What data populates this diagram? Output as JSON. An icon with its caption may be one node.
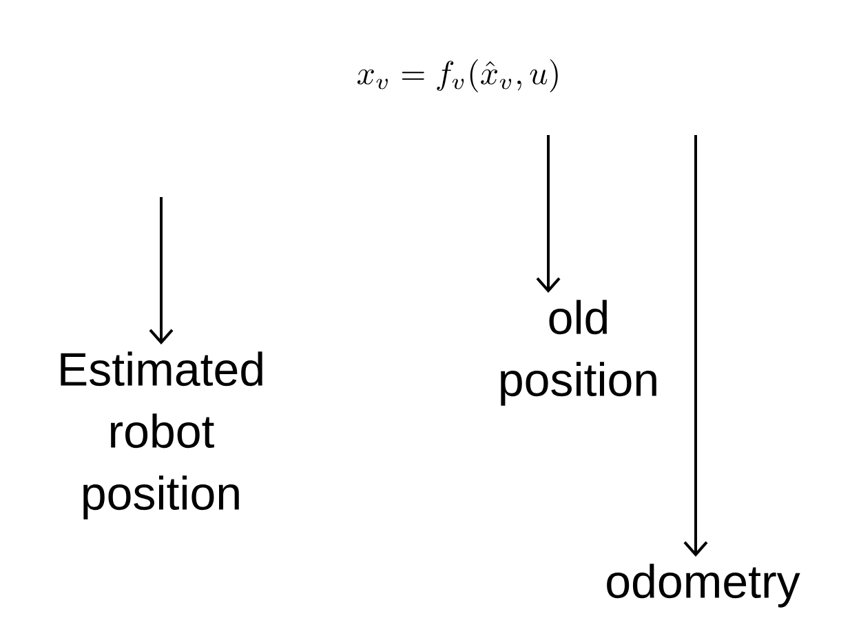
{
  "diagram": {
    "title": "x_{v} = f_{v}(\\hat{x}_{v}, u)",
    "nodes": [
      {
        "text": [
          "Estimated robot position"
        ]
      },
      {
        "text": [
          "old position"
        ]
      },
      {
        "text": [
          "odometry"
        ]
      }
    ],
    "edges": [
      {
        "from": null,
        "to": 0,
        "arrow": "to"
      },
      {
        "from": null,
        "to": 1,
        "arrow": "to"
      },
      {
        "from": null,
        "to": 2,
        "arrow": "to"
      }
    ]
  }
}
